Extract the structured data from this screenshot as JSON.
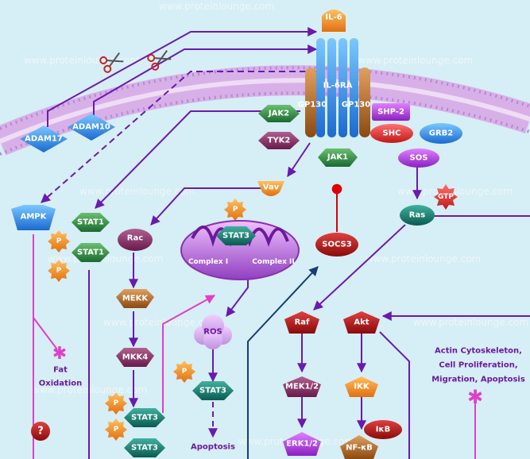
{
  "watermark": "www.proteinlounge.com",
  "nodes": {
    "il6": "IL-6",
    "il6ra": "IL-6RA",
    "gp130_left": "GP130",
    "gp130_right": "GP130",
    "adam17": "ADAM17",
    "adam10": "ADAM10",
    "jak2": "JAK2",
    "tyk2": "TYK2",
    "jak1": "JAK1",
    "shp2": "SHP-2",
    "shc": "SHC",
    "grb2": "GRB2",
    "sos": "SOS",
    "ras": "Ras",
    "gtp": "GTP",
    "vav": "Vav",
    "ampk": "AMPK",
    "stat1_a": "STAT1",
    "stat1_b": "STAT1",
    "rac": "Rac",
    "mekk": "MEKK",
    "mkk4": "MKK4",
    "stat3_mito": "STAT3",
    "complex1": "Complex I",
    "complex2": "Complex II",
    "ros": "ROS",
    "stat3_ros": "STAT3",
    "apoptosis": "Apoptosis",
    "stat3_c": "STAT3",
    "stat3_d": "STAT3",
    "socs3": "SOCS3",
    "raf": "Raf",
    "mek12": "MEK1/2",
    "erk12": "ERK1/2",
    "akt": "Akt",
    "ikk": "IKK",
    "nfkb": "NF-κB",
    "ikb": "IκB",
    "fat_line1": "Fat",
    "fat_line2": "Oxidation",
    "outcome_line1": "Actin Cytoskeleton,",
    "outcome_line2": "Cell Proliferation,",
    "outcome_line3": "Migration, Apoptosis",
    "unknown": "?",
    "phospho": "P"
  },
  "colors": {
    "background": "#d6eef5",
    "membrane": "#c9a0dc",
    "arrow": "#6a1ab0",
    "magenta": "#e040c8",
    "red": "#cc0000",
    "navy": "#1a3a7a"
  }
}
